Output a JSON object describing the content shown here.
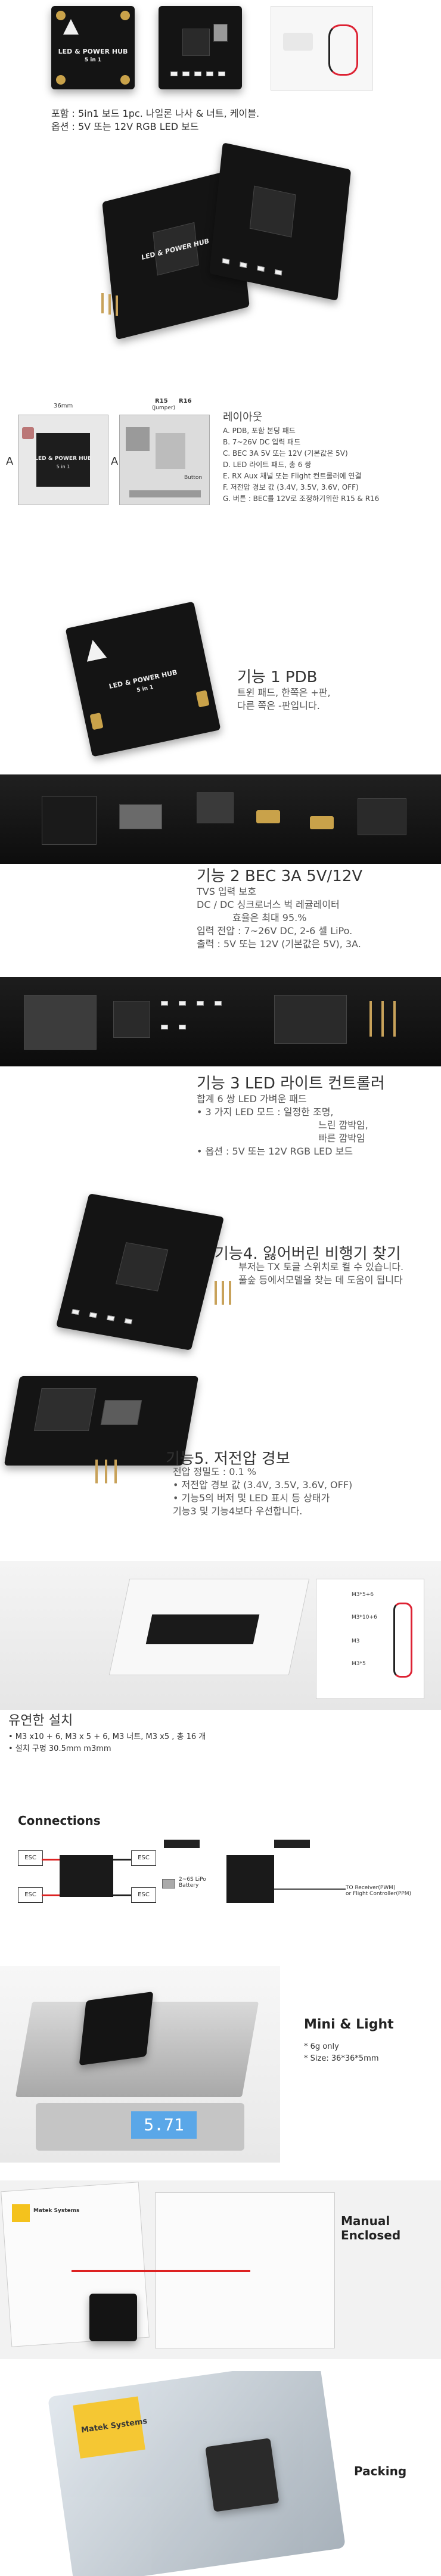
{
  "top": {
    "board_label_1": "LED & POWER HUB",
    "board_label_2": "5 in 1",
    "contents": "포함 : 5in1 보드 1pc. 나일론 나사 & 너트, 케이블.",
    "option": "옵션 : 5V 또는 12V RGB LED 보드"
  },
  "layout": {
    "dim_top": "36mm",
    "a_left": "A",
    "a_right": "A",
    "title": "레이아웃",
    "items": [
      "A. PDB, 포함 본딩 패드",
      "B. 7~26V DC 입력 패드",
      "C. BEC 3A 5V 또는 12V (기본값은 5V)",
      "D. LED 라이트 패드, 총 6 쌍",
      "E. RX Aux 채널 또는 Flight 컨트롤러에 연결",
      "F. 저전압 경보 값 (3.4V, 3.5V, 3.6V, OFF)",
      "G. 버튼 : BEC를 12V로 조정하기위한 R15 & R16"
    ],
    "r15": "R15",
    "r16": "R16",
    "jumper": "(Jumper)",
    "button": "Button"
  },
  "features": {
    "f1": {
      "title": "기능 1 PDB",
      "lines": [
        "트윈 패드, 한쪽은 +판,",
        "다른 쪽은 -판입니다."
      ]
    },
    "f2": {
      "title": "기능 2 BEC 3A 5V/12V",
      "lines": [
        "TVS 입력 보호",
        "DC / DC 싱크로너스 벅 레귤레이터",
        "효율은 최대 95.%",
        "입력 전압 : 7~26V DC, 2-6 셀 LiPo.",
        "출력 : 5V 또는 12V (기본값은 5V), 3A."
      ]
    },
    "f3": {
      "title": "기능 3 LED 라이트 컨트롤러",
      "lines": [
        "합계 6 쌍 LED 가벼운 패드",
        "• 3 가지 LED 모드 : 일정한 조명,",
        "느린 깜박임,",
        "빠른 깜박임",
        "• 옵션 : 5V 또는 12V RGB LED 보드"
      ]
    },
    "f4": {
      "title": "기능4. 잃어버린 비행기 찾기",
      "lines": [
        "부저는 TX 토글 스위치로 켤 수 있습니다.",
        "풀숲 등에서모델을 찾는 데 도움이 됩니다"
      ]
    },
    "f5": {
      "title": "기능5. 저전압 경보",
      "lines": [
        "전압 정밀도 : 0.1 %",
        "• 저전압 경보 값 (3.4V, 3.5V, 3.6V, OFF)",
        "• 기능5의 버저 및 LED 표시 등 상태가",
        "기능3 및 기능4보다 우선합니다."
      ]
    }
  },
  "install": {
    "title": "유연한 설치",
    "line1": "• M3 x10 + 6, M3 x 5 + 6, M3 너트, M3 x5 , 총 16 개",
    "line2": "• 설치 구멍 30.5mm m3mm",
    "labels": [
      "M3*5+6",
      "M3*10+6",
      "M3",
      "M3*5"
    ]
  },
  "connections": {
    "title": "Connections",
    "esc": [
      "ESC",
      "ESC",
      "ESC",
      "ESC"
    ],
    "battery": "2~6S LiPo\nBattery",
    "rx": "TO Receiver(PWM)\nor Flight Controller(PPM)"
  },
  "mini": {
    "title": "Mini & Light",
    "weight": "* 6g only",
    "size": "* Size: 36*36*5mm",
    "scale_reading": "5.71"
  },
  "manual": {
    "title": "Manual Enclosed",
    "brand": "Matek Systems"
  },
  "packing": {
    "title": "Packing",
    "brand": "Matek Systems"
  },
  "colors": {
    "pcb": "#141414",
    "gold": "#c9a24a",
    "scale_lcd": "#5aa7e8"
  }
}
